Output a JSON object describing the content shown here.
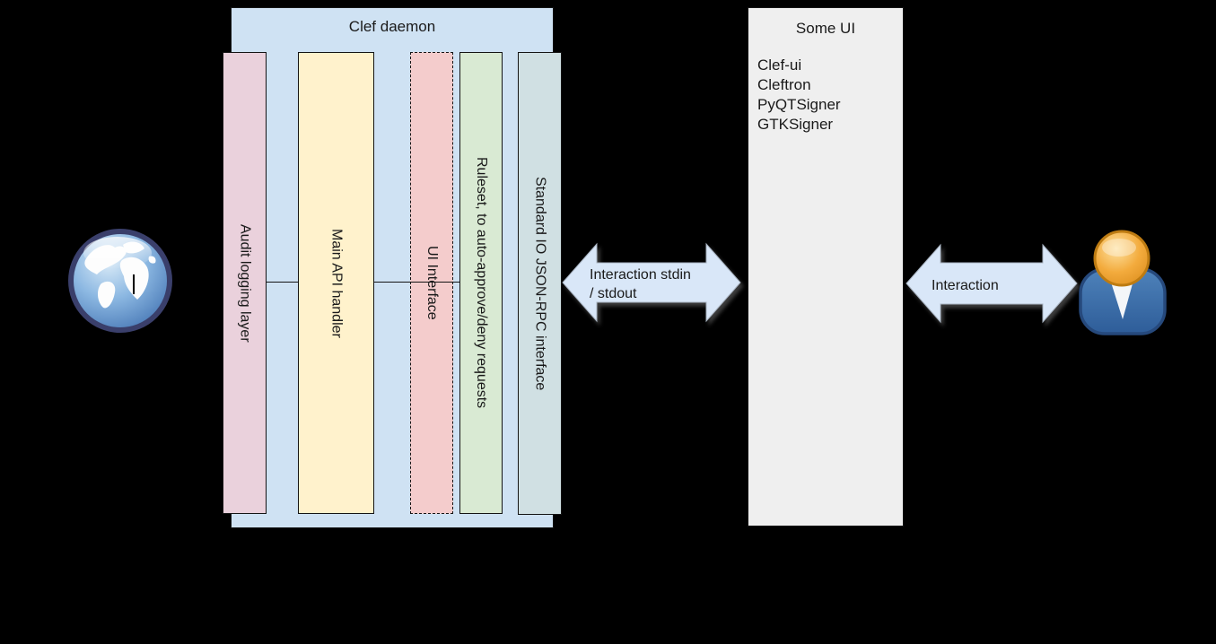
{
  "canvas": {
    "background": "#000000"
  },
  "clef_daemon": {
    "title": "Clef daemon",
    "fill": "#cfe2f3",
    "columns": [
      {
        "label": "Audit logging layer",
        "fill": "#ead1dc",
        "border_style": "solid"
      },
      {
        "label": "Main API handler",
        "fill": "#fff2cc",
        "border_style": "solid"
      },
      {
        "label": "UI Interface",
        "fill": "#f4cccc",
        "border_style": "dashed"
      },
      {
        "label": "Ruleset, to auto-approve/deny requests",
        "fill": "#d9ead3",
        "border_style": "solid"
      },
      {
        "label": "Standard IO JSON-RPC interface",
        "fill": "#d0e0e3",
        "border_style": "solid"
      }
    ]
  },
  "some_ui": {
    "title": "Some UI",
    "fill": "#efefef",
    "items": [
      "Clef-ui",
      "Cleftron",
      "PyQTSigner",
      "GTKSigner"
    ]
  },
  "arrows": {
    "fill": "#d9e7f8",
    "daemon_to_ui": {
      "label_line1": "Interaction stdin",
      "label_line2": "/ stdout"
    },
    "ui_to_user": {
      "label": "Interaction"
    }
  },
  "icons": {
    "far_left": "globe-icon",
    "far_right": "user-icon"
  }
}
